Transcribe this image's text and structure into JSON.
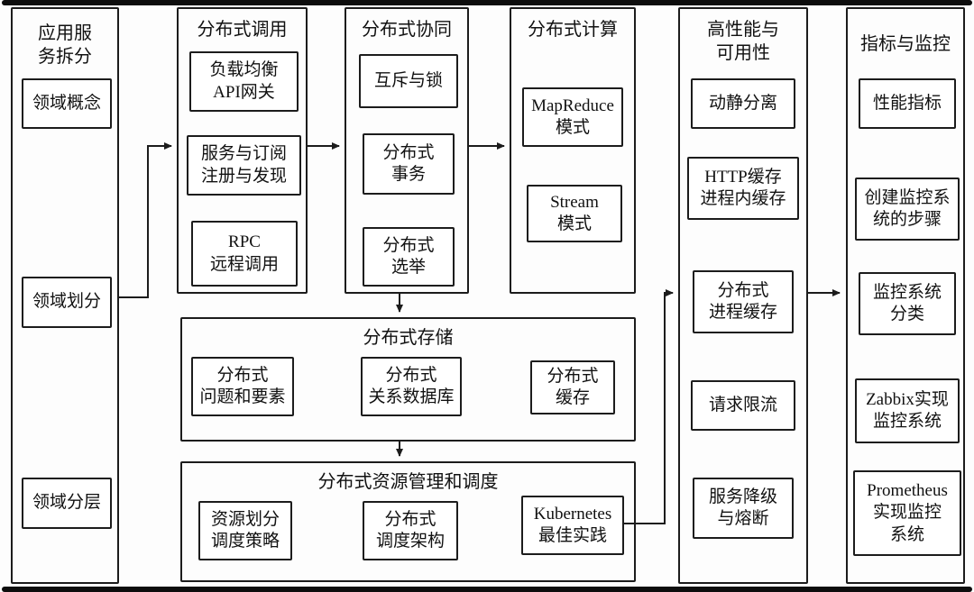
{
  "colors": {
    "line": "#1c1c1c",
    "background": "#ffffff"
  },
  "diagram": {
    "col1": {
      "title": "应用服\n务拆分",
      "items": [
        "领域概念",
        "领域划分",
        "领域分层"
      ]
    },
    "col2": {
      "title": "分布式调用",
      "items": [
        "负载均衡\nAPI网关",
        "服务与订阅\n注册与发现",
        "RPC\n远程调用"
      ]
    },
    "col3": {
      "title": "分布式协同",
      "items": [
        "互斥与锁",
        "分布式\n事务",
        "分布式\n选举"
      ]
    },
    "col4": {
      "title": "分布式计算",
      "items": [
        "MapReduce\n模式",
        "Stream\n模式"
      ]
    },
    "storage": {
      "title": "分布式存储",
      "items": [
        "分布式\n问题和要素",
        "分布式\n关系数据库",
        "分布式\n缓存"
      ]
    },
    "resource": {
      "title": "分布式资源管理和调度",
      "items": [
        "资源划分\n调度策略",
        "分布式\n调度架构",
        "Kubernetes\n最佳实践"
      ]
    },
    "col5": {
      "title": "高性能与\n可用性",
      "items": [
        "动静分离",
        "HTTP缓存\n进程内缓存",
        "分布式\n进程缓存",
        "请求限流",
        "服务降级\n与熔断"
      ]
    },
    "col6": {
      "title": "指标与监控",
      "items": [
        "性能指标",
        "创建监控系\n统的步骤",
        "监控系统\n分类",
        "Zabbix实现\n监控系统",
        "Prometheus\n实现监控\n系统"
      ]
    }
  }
}
